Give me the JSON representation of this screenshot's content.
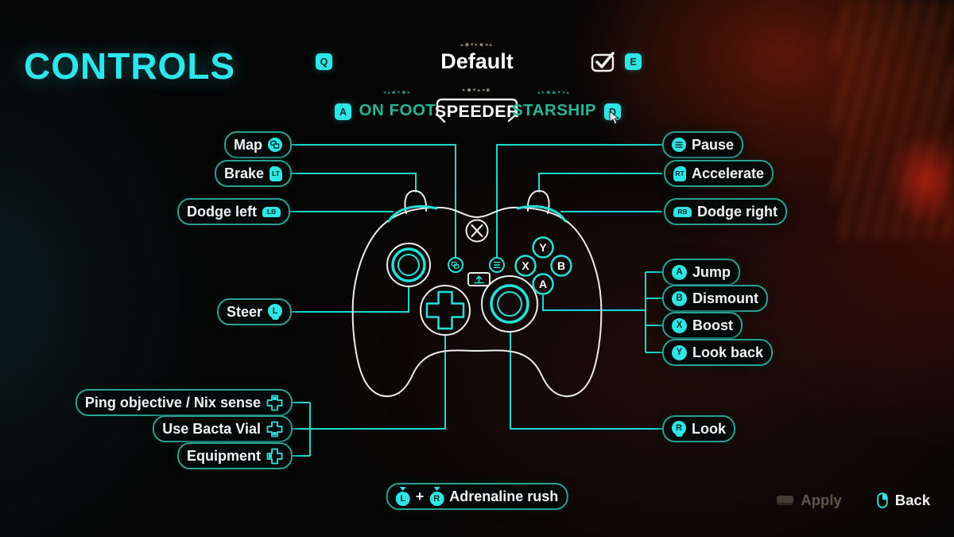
{
  "title": "CONTROLS",
  "preset": {
    "cycle_left_key": "Q",
    "cycle_right_key": "E",
    "aurebesh": "▴◆▾▸▪◂▴",
    "name": "Default"
  },
  "tabs": {
    "cycle_left_key": "A",
    "cycle_right_key": "D",
    "items": [
      {
        "label": "ON FOOT",
        "aurebesh": "◂▴▪▾◆▸"
      },
      {
        "label": "SPEEDER",
        "aurebesh": "▸◆▾▴◂▪"
      },
      {
        "label": "STARSHIP",
        "aurebesh": "▴▸◆▪▾◂▴"
      }
    ]
  },
  "controller": {
    "face_buttons": {
      "y": "Y",
      "x": "X",
      "b": "B",
      "a": "A"
    }
  },
  "bindings": {
    "left": [
      {
        "action": "Map",
        "button": "view-button",
        "button_label": ""
      },
      {
        "action": "Brake",
        "button": "left-trigger",
        "button_label": "LT"
      },
      {
        "action": "Dodge left",
        "button": "left-bumper",
        "button_label": "LB"
      },
      {
        "action": "Steer",
        "button": "left-stick",
        "button_label": "L"
      },
      {
        "action": "Ping objective / Nix sense",
        "button": "dpad-up",
        "button_label": ""
      },
      {
        "action": "Use Bacta Vial",
        "button": "dpad-down",
        "button_label": ""
      },
      {
        "action": "Equipment",
        "button": "dpad-left",
        "button_label": ""
      }
    ],
    "right": [
      {
        "action": "Pause",
        "button": "menu-button",
        "button_label": ""
      },
      {
        "action": "Accelerate",
        "button": "right-trigger",
        "button_label": "RT"
      },
      {
        "action": "Dodge right",
        "button": "right-bumper",
        "button_label": "RB"
      },
      {
        "action": "Jump",
        "button": "a-button",
        "button_label": "A"
      },
      {
        "action": "Dismount",
        "button": "b-button",
        "button_label": "B"
      },
      {
        "action": "Boost",
        "button": "x-button",
        "button_label": "X"
      },
      {
        "action": "Look back",
        "button": "y-button",
        "button_label": "Y"
      },
      {
        "action": "Look",
        "button": "right-stick",
        "button_label": "R"
      }
    ]
  },
  "combo": {
    "left_label": "L",
    "plus": "+",
    "right_label": "R",
    "action": "Adrenaline rush"
  },
  "footer": {
    "apply": "Apply",
    "back": "Back"
  },
  "colors": {
    "accent_cyan": "#2ee6e2",
    "line_cyan": "#1bd9cd",
    "label_border_teal": "#2aa093",
    "tab_teal": "#27b59a",
    "disabled_gray": "#5f564c"
  }
}
